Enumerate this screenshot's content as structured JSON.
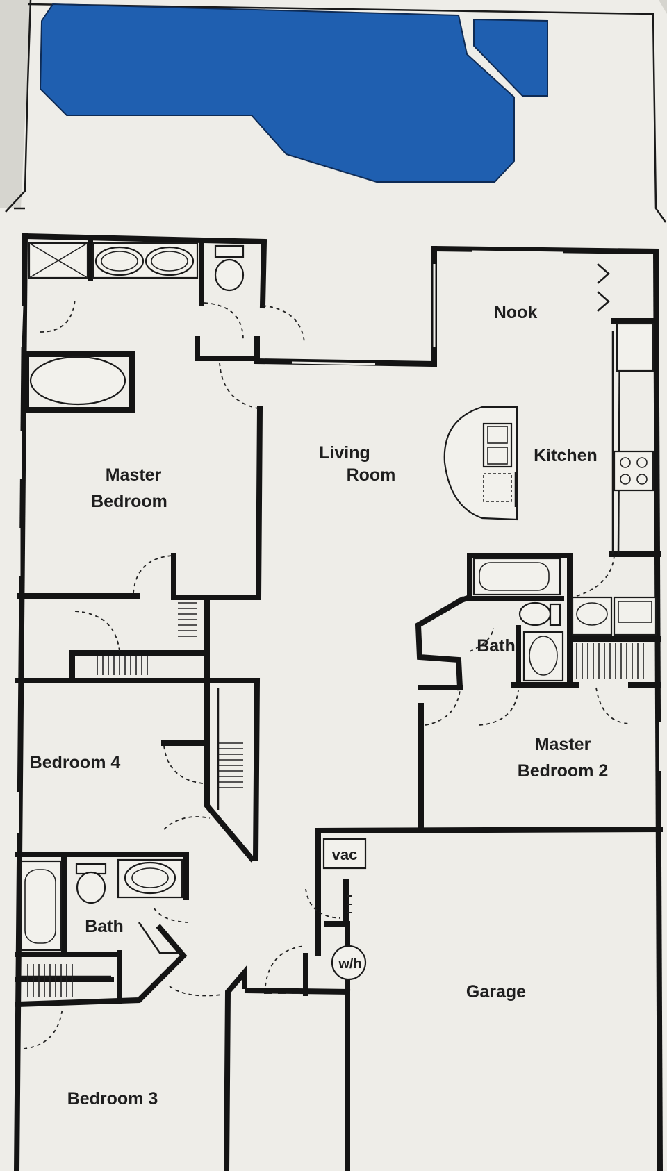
{
  "labels": {
    "nook": "Nook",
    "living_room_line1": "Living",
    "living_room_line2": "Room",
    "kitchen": "Kitchen",
    "master_bedroom_line1": "Master",
    "master_bedroom_line2": "Bedroom",
    "bath_right": "Bath",
    "master_bedroom2_line1": "Master",
    "master_bedroom2_line2": "Bedroom 2",
    "bedroom4": "Bedroom 4",
    "bath_left": "Bath",
    "bedroom3": "Bedroom 3",
    "garage": "Garage",
    "vac": "vac",
    "water_heater": "w/h"
  },
  "colors": {
    "paper": "#eeede8",
    "pool": "#1f5fb0",
    "wall": "#141414"
  }
}
